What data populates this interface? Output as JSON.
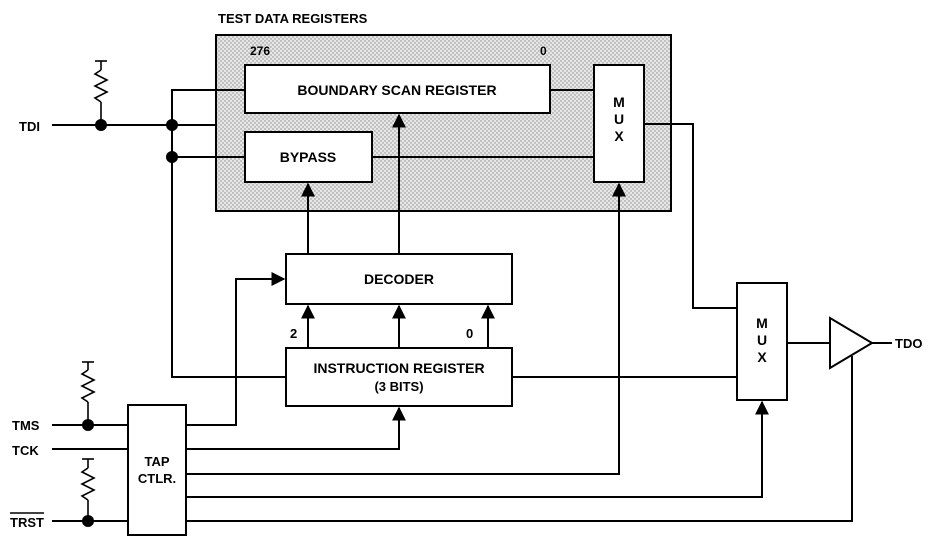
{
  "title": "TEST DATA REGISTERS",
  "blocks": {
    "boundary_scan": {
      "label": "BOUNDARY SCAN REGISTER",
      "msb": "276",
      "lsb": "0"
    },
    "bypass": {
      "label": "BYPASS"
    },
    "mux_top": {
      "label": [
        "M",
        "U",
        "X"
      ]
    },
    "decoder": {
      "label": "DECODER"
    },
    "instruction_register": {
      "label": "INSTRUCTION REGISTER",
      "sublabel": "(3 BITS)",
      "bit_high": "2",
      "bit_low": "0"
    },
    "mux_bottom": {
      "label": [
        "M",
        "U",
        "X"
      ]
    },
    "tap_controller": {
      "label": [
        "TAP",
        "CTLR."
      ]
    }
  },
  "signals": {
    "tdi": "TDI",
    "tms": "TMS",
    "tck": "TCK",
    "trst": "TRST",
    "tdo": "TDO"
  },
  "colors": {
    "shaded_region": "#d9d9d9",
    "line": "#000000"
  }
}
